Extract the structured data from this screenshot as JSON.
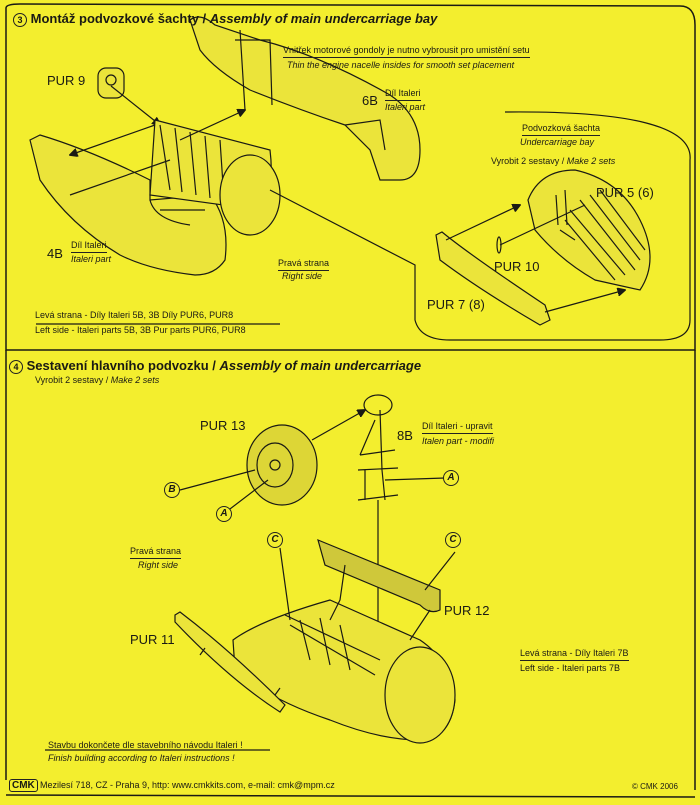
{
  "section3": {
    "number": "3",
    "title_cz": "Montáž  podvozkové šachty /",
    "title_en": "Assembly of main undercarriage bay",
    "note_cz": "Vnitřek motorové gondoly je nutno vybrousit pro umistění setu",
    "note_en": "Thin the engine nacelle insides for smooth set placement",
    "pur9": "PUR 9",
    "part6b": {
      "code": "6B",
      "cz": "Díl Italeri",
      "en": "Italeri part"
    },
    "part4b": {
      "code": "4B",
      "cz": "Díl Italeri",
      "en": "Italeri part"
    },
    "bay": {
      "cz": "Podvozková šachta",
      "en": "Undercarriage bay",
      "sets_cz": "Vyrobit 2 sestavy /",
      "sets_en": "Make 2 sets"
    },
    "pur5": "PUR 5 (6)",
    "pur10": "PUR 10",
    "pur7": "PUR 7 (8)",
    "right_side": {
      "cz": "Pravá strana",
      "en": "Right side"
    },
    "left_side": {
      "cz": "Levá strana - Díly Italeri 5B, 3B   Díly PUR6, PUR8",
      "en": "Left side - Italeri parts 5B, 3B  Pur parts  PUR6, PUR8"
    }
  },
  "section4": {
    "number": "4",
    "title_cz": "Sestavení hlavního podvozku /",
    "title_en": "Assembly of main undercarriage",
    "sets_cz": "Vyrobit 2 sestavy /",
    "sets_en": "Make 2 sets",
    "pur13": "PUR 13",
    "part8b": {
      "code": "8B",
      "cz": "Díl Italeri - upravit",
      "en": "Italen  part - modifi"
    },
    "callouts": {
      "a": "A",
      "b": "B",
      "c": "C"
    },
    "right_side": {
      "cz": "Pravá strana",
      "en": "Right side"
    },
    "pur12": "PUR 12",
    "pur11": "PUR 11",
    "left_side": {
      "cz": "Levá strana - Díly Italeri 7B",
      "en": "Left side - Italeri parts 7B"
    },
    "finish_cz": "Stavbu dokončete dle stavebního návodu Italeri !",
    "finish_en": "Finish building according to Italeri instructions !"
  },
  "footer": {
    "logo": "CMK",
    "address": "Mezilesí 718, CZ - Praha 9,  http: www.cmkkits.com, e-mail: cmk@mpm.cz",
    "copyright": "© CMK 2006"
  },
  "colors": {
    "paper": "#f3ee2e",
    "ink": "#1a1a14",
    "part_fill": "#e6df3a"
  }
}
